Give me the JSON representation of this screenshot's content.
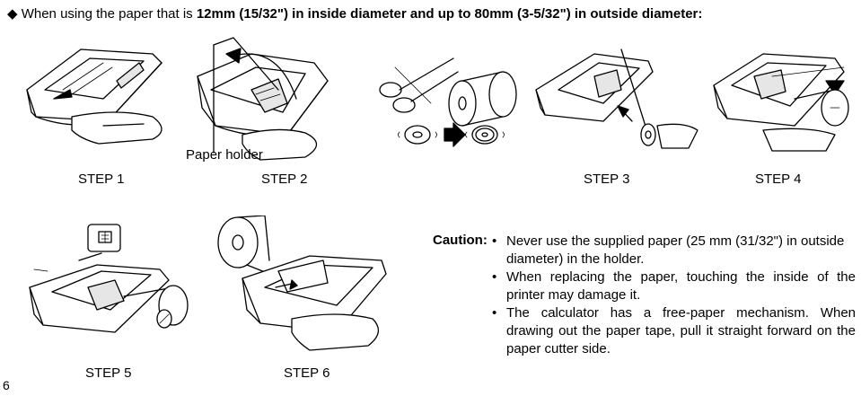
{
  "heading": {
    "bullet": "◆",
    "prefix": "When using the paper that is ",
    "inner": "12mm (15/32\") in inside diameter and up to 80mm (3-5/32\") in outside diameter:"
  },
  "labels": {
    "paper_holder": "Paper holder"
  },
  "steps": [
    "STEP 1",
    "STEP 2",
    "STEP 3",
    "STEP 4",
    "STEP 5",
    "STEP 6"
  ],
  "caution": {
    "title": "Caution:",
    "items": [
      "Never use the supplied paper (25 mm (31/32\") in outside diameter) in the holder.",
      "When replacing the paper, touching the inside of the printer may damage it.",
      "The calculator has a free-paper mechanism. When drawing out the paper tape, pull it straight forward on the paper cutter side."
    ]
  },
  "page_number": "6"
}
